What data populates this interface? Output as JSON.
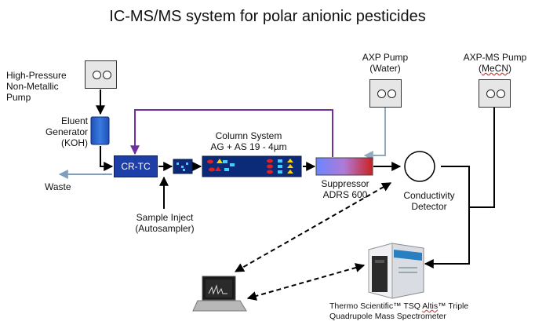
{
  "title": "IC-MS/MS system for polar anionic pesticides",
  "pump_hp": {
    "lines": [
      "High-Pressure",
      "Non-Metallic",
      "Pump"
    ]
  },
  "eluent_generator": {
    "lines": [
      "Eluent",
      "Generator",
      "(KOH)"
    ]
  },
  "cr_tc": {
    "label": "CR-TC"
  },
  "waste": {
    "label": "Waste"
  },
  "column_system": {
    "lines": [
      "Column System",
      "AG + AS 19 - 4µm"
    ]
  },
  "sample_inject": {
    "lines": [
      "Sample Inject",
      "(Autosampler)"
    ]
  },
  "axp_pump": {
    "lines": [
      "AXP Pump",
      "(Water)"
    ]
  },
  "axp_ms_pump": {
    "line1": "AXP-MS Pump",
    "line2_pre": "(",
    "line2_wavy": "MeCN",
    "line2_post": ")"
  },
  "suppressor": {
    "lines": [
      "Suppressor",
      "ADRS 600"
    ]
  },
  "conductivity_detector": {
    "lines": [
      "Conductivity",
      "Detector"
    ]
  },
  "mass_spec": {
    "line1_pre": "Thermo Scientific™ TSQ ",
    "line1_wavy": "Altis",
    "line1_post": "™ Triple",
    "line2": "Quadrupole Mass Spectrometer"
  },
  "colors": {
    "purple_line": "#7030a0",
    "water_line": "#8faabe",
    "waste_line": "#7f9fbf",
    "column_fill": "#0b2a78",
    "crtc_fill": "#1f3fa8"
  }
}
